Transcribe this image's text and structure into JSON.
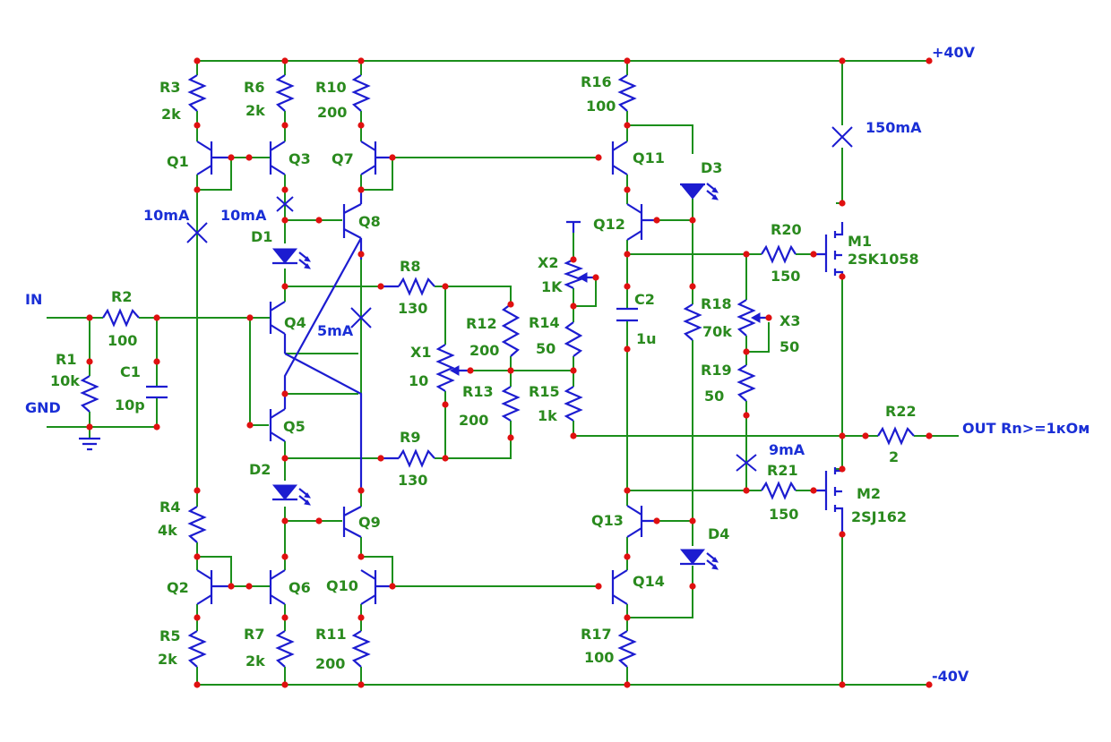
{
  "title": "",
  "rails": {
    "positive": "+40V",
    "negative": "-40V"
  },
  "io": {
    "input": "IN",
    "ground": "GND",
    "output": "OUT Rn>=1кОм"
  },
  "currents": {
    "q1": "10mA",
    "q3": "10mA",
    "q8": "5mA",
    "m1": "150mA",
    "r21": "9mA"
  },
  "resistors": [
    {
      "ref": "R1",
      "value": "10k"
    },
    {
      "ref": "R2",
      "value": "100"
    },
    {
      "ref": "R3",
      "value": "2k"
    },
    {
      "ref": "R4",
      "value": "4k"
    },
    {
      "ref": "R5",
      "value": "2k"
    },
    {
      "ref": "R6",
      "value": "2k"
    },
    {
      "ref": "R7",
      "value": "2k"
    },
    {
      "ref": "R8",
      "value": "130"
    },
    {
      "ref": "R9",
      "value": "130"
    },
    {
      "ref": "R10",
      "value": "200"
    },
    {
      "ref": "R11",
      "value": "200"
    },
    {
      "ref": "R12",
      "value": "200"
    },
    {
      "ref": "R13",
      "value": "200"
    },
    {
      "ref": "R14",
      "value": "50"
    },
    {
      "ref": "R15",
      "value": "1k"
    },
    {
      "ref": "R16",
      "value": "100"
    },
    {
      "ref": "R17",
      "value": "100"
    },
    {
      "ref": "R18",
      "value": "70k"
    },
    {
      "ref": "R19",
      "value": "50"
    },
    {
      "ref": "R20",
      "value": "150"
    },
    {
      "ref": "R21",
      "value": "150"
    },
    {
      "ref": "R22",
      "value": "2"
    }
  ],
  "trimmers": [
    {
      "ref": "X1",
      "value": "10"
    },
    {
      "ref": "X2",
      "value": "1K"
    },
    {
      "ref": "X3",
      "value": "50"
    }
  ],
  "capacitors": [
    {
      "ref": "C1",
      "value": "10p"
    },
    {
      "ref": "C2",
      "value": "1u"
    }
  ],
  "transistors": [
    "Q1",
    "Q2",
    "Q3",
    "Q4",
    "Q5",
    "Q6",
    "Q7",
    "Q8",
    "Q9",
    "Q10",
    "Q11",
    "Q12",
    "Q13",
    "Q14"
  ],
  "diodes": [
    "D1",
    "D2",
    "D3",
    "D4"
  ],
  "mosfets": [
    {
      "ref": "M1",
      "part": "2SK1058"
    },
    {
      "ref": "M2",
      "part": "2SJ162"
    }
  ]
}
